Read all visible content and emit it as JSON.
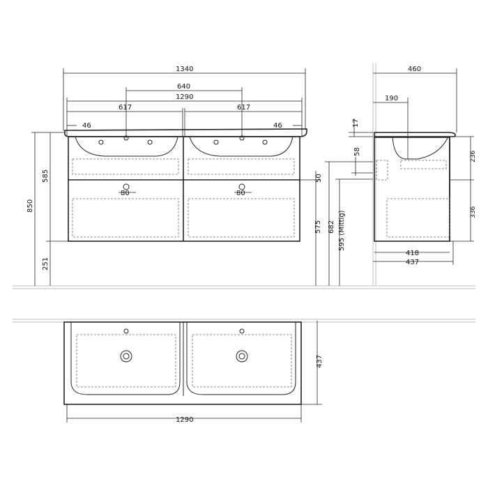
{
  "front": {
    "w_total": "1340",
    "tap_spacing": "640",
    "w_cabinet": "1290",
    "basin_left": "617",
    "basin_right": "617",
    "edge_left": "46",
    "edge_right": "46",
    "h_total": "850",
    "h_cabinet": "585",
    "h_floor": "251",
    "drain_left": "80",
    "drain_right": "80",
    "h_top_drawer": "50",
    "h_575": "575",
    "h_682": "682",
    "h_595": "595 (Mittig)"
  },
  "side": {
    "depth_total": "460",
    "depth_tap": "190",
    "thickness": "17",
    "h_58": "58",
    "h_236": "236",
    "h_336": "336",
    "depth_418": "418",
    "depth_437": "437"
  },
  "top": {
    "depth": "437",
    "width": "1290"
  }
}
